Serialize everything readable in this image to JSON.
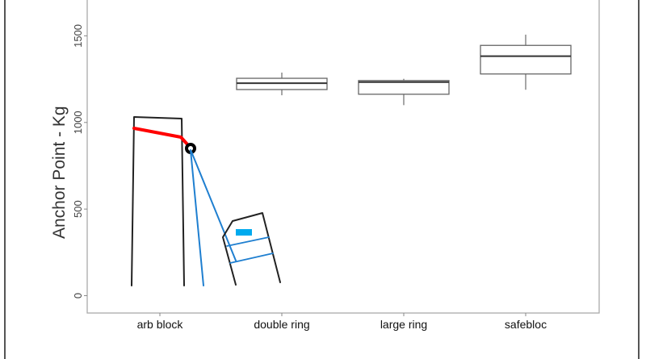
{
  "chart_data": {
    "type": "box",
    "title": "",
    "xlabel": "",
    "ylabel": "Anchor Point - Kg",
    "ylim": [
      -100,
      1707
    ],
    "yticks": [
      0,
      500,
      1000,
      1500
    ],
    "grid": false,
    "categories": [
      "arb block",
      "double ring",
      "large ring",
      "safebloc"
    ],
    "boxes": [
      null,
      {
        "min": 1157,
        "q1": 1190,
        "median": 1227,
        "q3": 1255,
        "max": 1288
      },
      {
        "min": 1100,
        "q1": 1163,
        "median": 1233,
        "q3": 1242,
        "max": 1252
      },
      {
        "min": 1189,
        "q1": 1280,
        "median": 1383,
        "q3": 1445,
        "max": 1507
      }
    ]
  },
  "colors": {
    "box": "#555555",
    "overlay_black": "#222222",
    "overlay_red": "#ff0000",
    "overlay_blue": "#1f7fd0",
    "overlay_cyan": "#00aaee"
  }
}
